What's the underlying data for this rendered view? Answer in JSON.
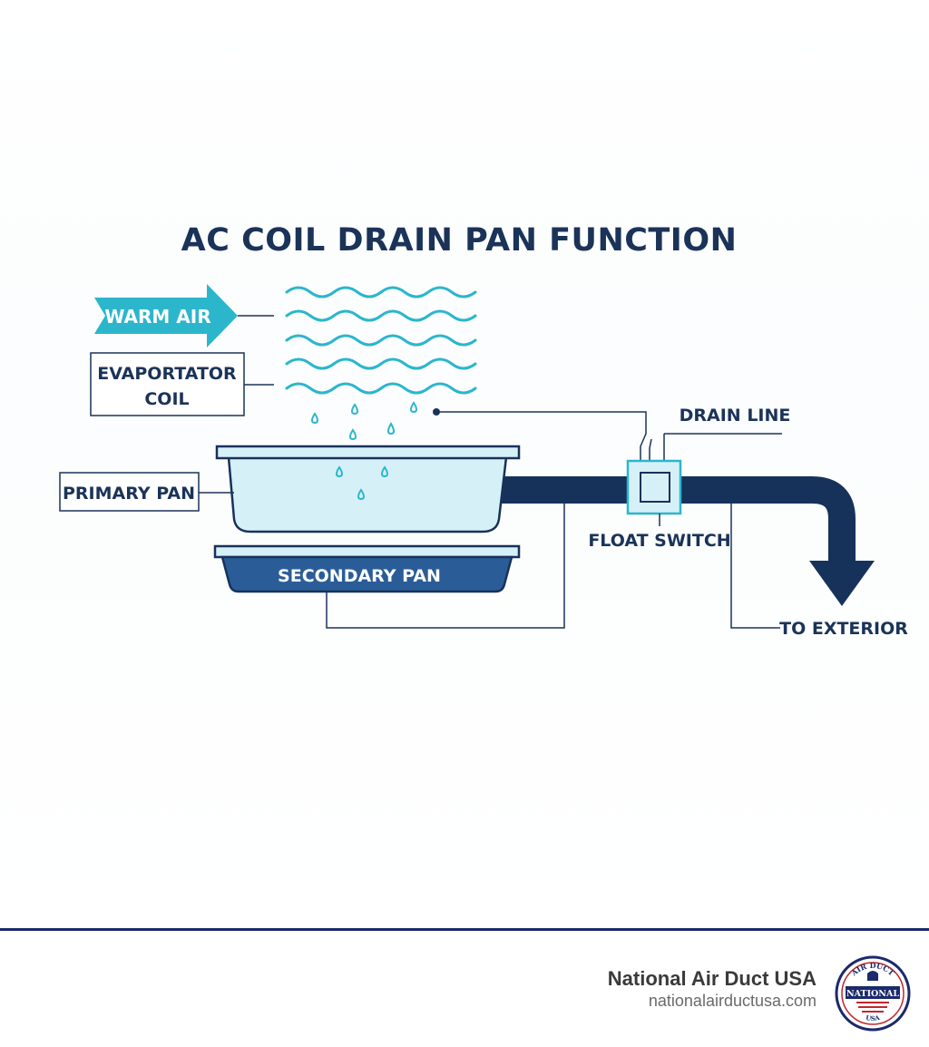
{
  "title": "AC COIL DRAIN PAN FUNCTION",
  "labels": {
    "warm_air": "WARM AIR",
    "evaporator_line1": "EVAPORTATOR",
    "evaporator_line2": "COIL",
    "primary_pan": "PRIMARY PAN",
    "secondary_pan": "SECONDARY PAN",
    "drain_line": "DRAIN LINE",
    "float_switch": "FLOAT SWITCH",
    "to_exterior": "TO EXTERIOR"
  },
  "footer": {
    "brand_name": "National Air Duct USA",
    "brand_url": "nationalairductusa.com",
    "logo_text": "NATIONAL",
    "logo_arc_top": "AIR DUCT",
    "logo_arc_bottom": "USA"
  },
  "colors": {
    "title": "#1b3358",
    "navy": "#17325a",
    "teal": "#2bb6cc",
    "pan_fill": "#d6f0f8",
    "secondary_fill": "#2a5d98",
    "footer_rule": "#1a2a6c"
  }
}
